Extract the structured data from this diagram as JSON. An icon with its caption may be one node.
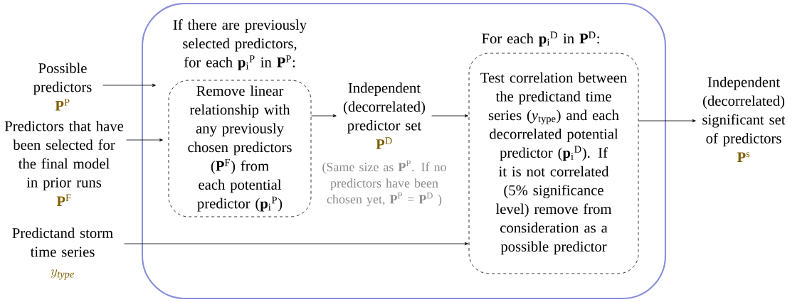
{
  "diagram": {
    "nodes": [
      {
        "text": [],
        "shape": "box"
      },
      {
        "text": [
          "Possible predictors",
          "\\mathbf{P}^{\\mathrm{P}}"
        ]
      },
      {
        "text": [
          "Predictors that have been selected for the final model in prior runs",
          "\\mathbf{P}^{\\mathrm{F}}"
        ]
      },
      {
        "text": [
          "Predictand storm time series",
          "y_{\\mathit{type}}"
        ]
      },
      {
        "text": [
          "If there are previously selected predictors, for each **p**$_{i}$$^{P}$ in **P**$^{P}$:",
          "Remove linear relationship with any previously chosen predictors (**P**$^{F}$) from each potential predictor (**p**$_{i}$$^{P}$)"
        ],
        "in": 0
      },
      {
        "text": [
          "Independent (decorrelated) predictor set",
          "\\mathbf{P}^{\\mathrm{D}}"
        ],
        "beside": [
          "(Same size as **P**$^{P}$. If no predictors have been chosen yet, **P**$^{P}$ = **P**$^{D}$ )"
        ],
        "in": 0
      },
      {
        "text": [
          "For each **p**$_{i}$$^{D}$ in **P**$^{D}$:",
          "Test correlation between the predictand time series (*y*$_{type}$) and each decorrelated potential predictor (**p**$_{i}$$^{D}$). If it is not correlated (5% significance level) remove from consideration as a possible predictor"
        ],
        "in": 0
      },
      {
        "text": [
          "Independent (decorrelated) significant set of predictors",
          "\\mathbf{P}^{\\mathrm{s}}"
        ]
      }
    ],
    "edges": [
      {
        "from": 1,
        "to": 4,
        "arrow": "to"
      },
      {
        "from": 2,
        "to": 4,
        "arrow": "to"
      },
      {
        "from": 3,
        "to": 6,
        "arrow": "to"
      },
      {
        "from": 4,
        "to": 5,
        "arrow": "to"
      },
      {
        "from": 5,
        "to": 6,
        "arrow": "to"
      },
      {
        "from": 6,
        "to": 7,
        "arrow": "to"
      }
    ]
  }
}
